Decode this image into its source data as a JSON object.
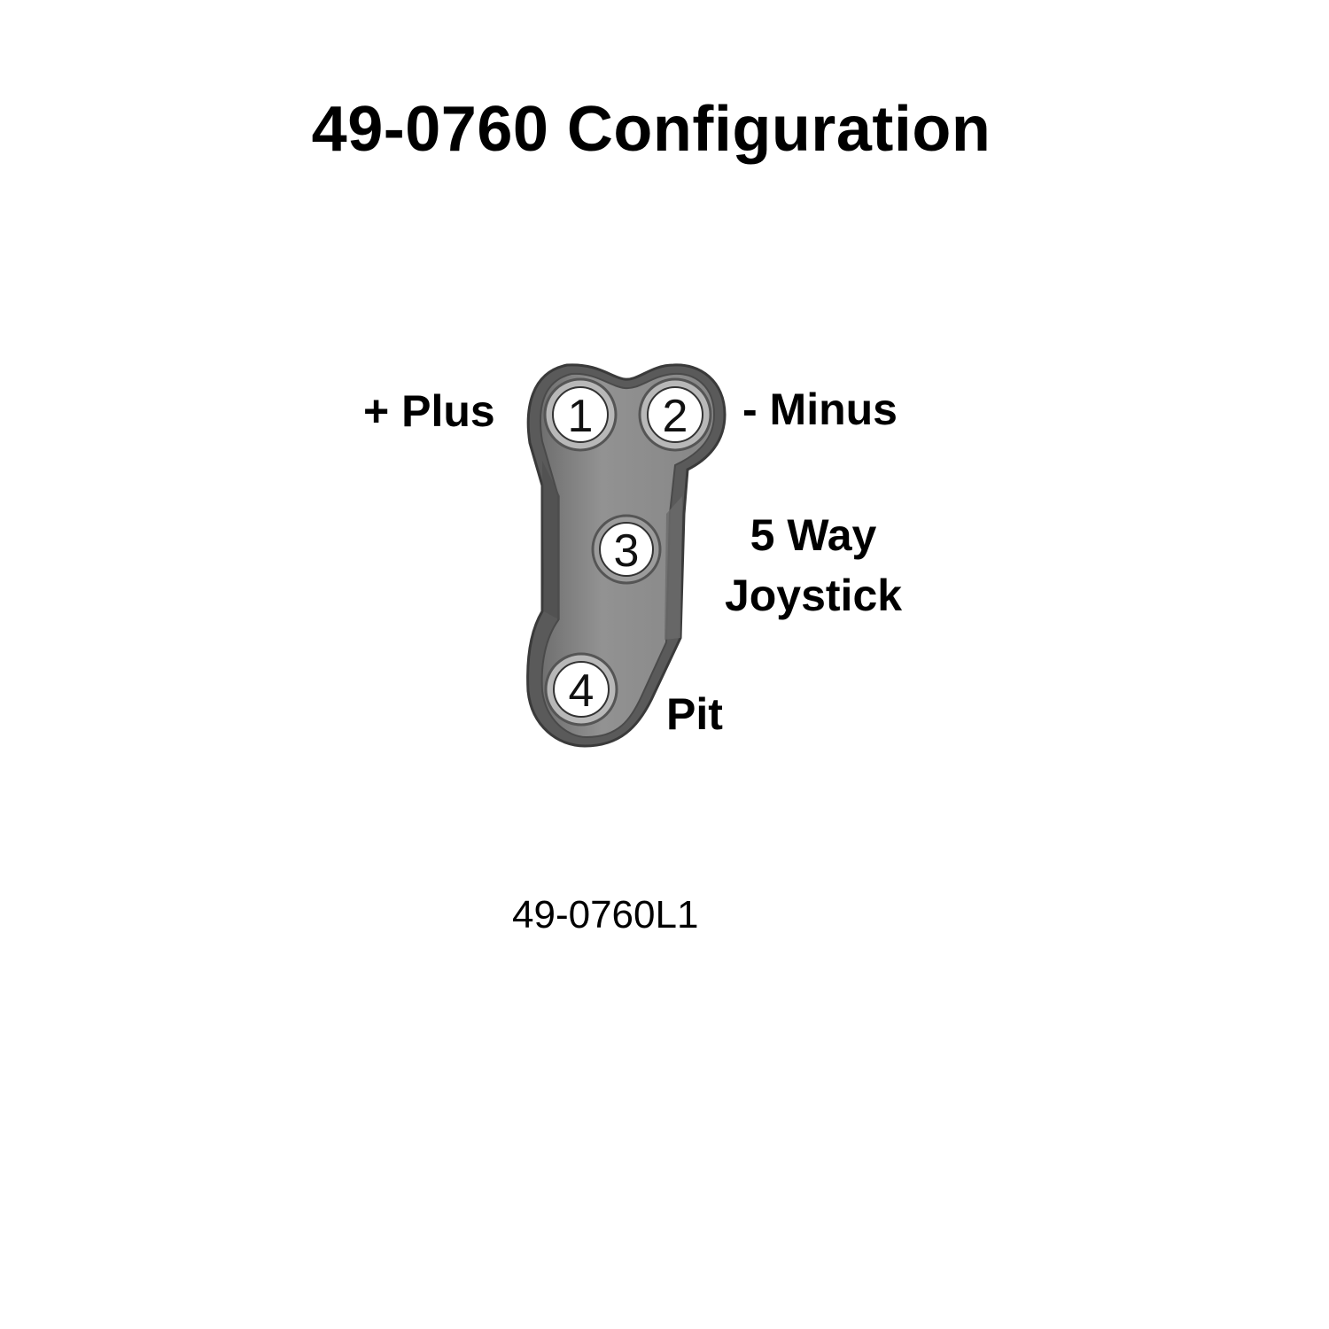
{
  "title": "49-0760 Configuration",
  "pins": [
    {
      "number": "1",
      "label": "+ Plus"
    },
    {
      "number": "2",
      "label": "- Minus"
    },
    {
      "number": "3",
      "label_line1": "5 Way",
      "label_line2": "Joystick"
    },
    {
      "number": "4",
      "label": "Pit"
    }
  ],
  "part_number": "49-0760L1",
  "colors": {
    "body": "#8c8c8c",
    "body_dark": "#5e5e5e",
    "rim": "#b5b5b5",
    "hole": "#ffffff"
  }
}
